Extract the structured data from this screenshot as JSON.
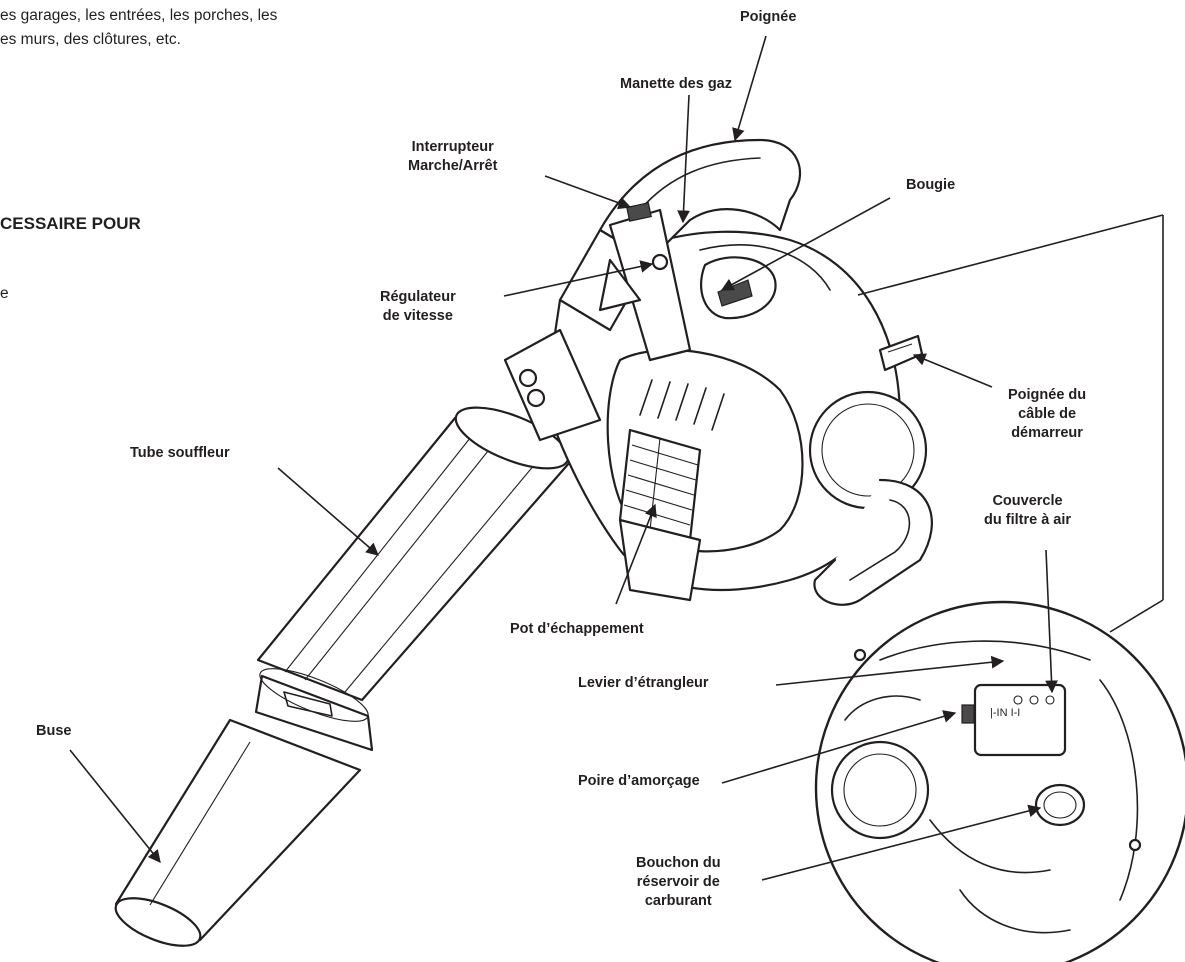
{
  "intro_text": {
    "line1": "es garages, les entrées, les porches, les",
    "line2": "es murs, des clôtures, etc."
  },
  "section_heading": "CESSAIRE POUR",
  "stray_letter": "e",
  "labels": {
    "poignee": "Poignée",
    "manette_gaz": "Manette des gaz",
    "interrupteur": [
      "Interrupteur",
      "Marche/Arrêt"
    ],
    "bougie": "Bougie",
    "regulateur": [
      "Régulateur",
      "de vitesse"
    ],
    "poignee_cable": [
      "Poignée du",
      "câble de",
      "démarreur"
    ],
    "tube_souffleur": "Tube souffleur",
    "couvercle_filtre": [
      "Couvercle",
      "du filtre à air"
    ],
    "pot_echappement": "Pot d’échappement",
    "levier_etrangleur": "Levier d’étrangleur",
    "buse": "Buse",
    "poire_amorcage": "Poire d’amorçage",
    "bouchon_reservoir": [
      "Bouchon du",
      "réservoir de",
      "carburant"
    ]
  }
}
